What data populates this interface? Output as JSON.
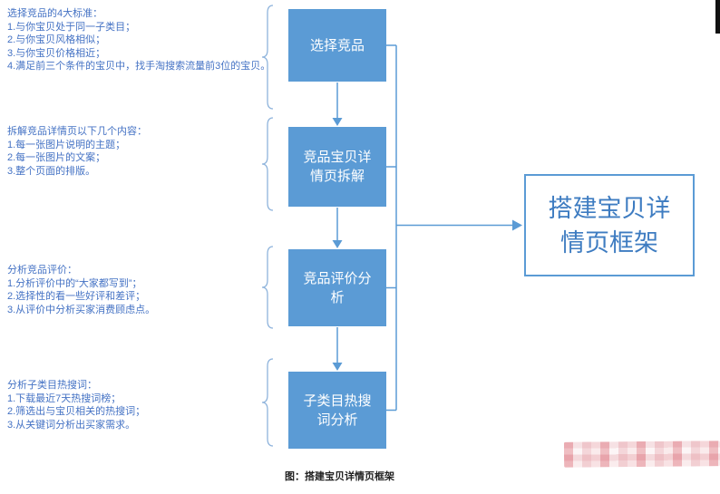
{
  "diagram": {
    "caption": "图：搭建宝贝详情页框架",
    "notes": [
      "选择竞品的4大标准：\n1.与你宝贝处于同一子类目；\n2.与你宝贝风格相似；\n3.与你宝贝价格相近；\n4.满足前三个条件的宝贝中，找手淘搜索流量前3位的宝贝。",
      "拆解竞品详情页以下几个内容：\n1.每一张图片说明的主题；\n2.每一张图片的文案；\n3.整个页面的排版。",
      "分析竞品评价：\n1.分析评价中的“大家都写到”；\n2.选择性的看一些好评和差评；\n3.从评价中分析买家消费顾虑点。",
      "分析子类目热搜词：\n1.下载最近7天热搜词榜；\n2.筛选出与宝贝相关的热搜词；\n3.从关键词分析出买家需求。"
    ],
    "steps": [
      "选择竞品",
      "竞品宝贝详情页拆解",
      "竞品评价分析",
      "子类目热搜词分析"
    ],
    "result": "搭建宝贝详情页框架",
    "colors": {
      "step_fill": "#5B9BD5",
      "note_text": "#4472C4",
      "connector": "#5B9BD5",
      "brace": "#8FB4DC",
      "result_border": "#5B9BD5",
      "result_text": "#3E7CC1",
      "mosaic_pink": "#EAB3B9"
    }
  }
}
